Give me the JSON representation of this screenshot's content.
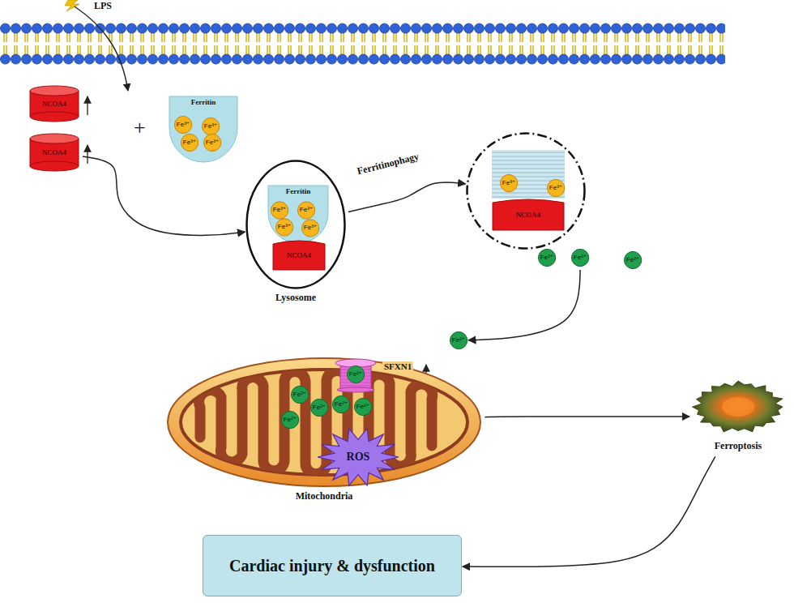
{
  "diagram": {
    "nodes": [
      {
        "text": [
          "NCOA4"
        ]
      },
      {
        "text": [
          "NCOA4"
        ]
      },
      {
        "text": [
          "Ferritin"
        ]
      },
      {
        "text": [
          "Fe³⁺"
        ],
        "in": 2
      },
      {
        "text": [
          "Fe³⁺"
        ],
        "in": 2
      },
      {
        "text": [
          "Fe³⁺"
        ],
        "in": 2
      },
      {
        "text": [
          "Fe³⁺"
        ],
        "in": 2
      },
      {
        "text": [
          "Lysosome"
        ]
      },
      {
        "text": [
          "Ferritin"
        ],
        "in": 7
      },
      {
        "text": [
          "Fe³⁺"
        ],
        "in": 8
      },
      {
        "text": [
          "Fe³⁺"
        ],
        "in": 8
      },
      {
        "text": [
          "Fe³⁺"
        ],
        "in": 8
      },
      {
        "text": [
          "Fe³⁺"
        ],
        "in": 8
      },
      {
        "text": [
          "NCOA4"
        ],
        "in": 7
      },
      {
        "text": []
      },
      {
        "text": [
          "Fe³⁺"
        ],
        "in": 14
      },
      {
        "text": [
          "Fe³⁺"
        ],
        "in": 14
      },
      {
        "text": [
          "NCOA4"
        ],
        "in": 14
      },
      {
        "text": [
          "Fe²⁺"
        ]
      },
      {
        "text": [
          "Fe²⁺"
        ]
      },
      {
        "text": [
          "Fe²⁺"
        ]
      },
      {
        "text": [
          "Fe²⁺"
        ]
      },
      {
        "text": [
          "Mitochondria"
        ]
      },
      {
        "text": [
          "SFXN1"
        ],
        "in": 22
      },
      {
        "text": [
          "Fe²⁺"
        ],
        "in": 23
      },
      {
        "text": [
          "Fe²⁺"
        ],
        "in": 22
      },
      {
        "text": [
          "Fe²⁺"
        ],
        "in": 22
      },
      {
        "text": [
          "Fe²⁺"
        ],
        "in": 22
      },
      {
        "text": [
          "Fe²⁺"
        ],
        "in": 22
      },
      {
        "text": [
          "Fe²⁺"
        ],
        "in": 22
      },
      {
        "text": [
          "ROS"
        ],
        "in": 22
      },
      {
        "text": [
          "Ferroptosis"
        ]
      },
      {
        "text": [
          "Cardiac injury & dysfunction"
        ]
      }
    ],
    "edges": [
      {
        "from": 1,
        "to": 7,
        "arrow": "to"
      },
      {
        "from": 7,
        "to": 14,
        "arrow": "to",
        "label": "Ferritinophagy"
      },
      {
        "from": 19,
        "to": 21,
        "arrow": "to"
      },
      {
        "from": 29,
        "to": 30,
        "arrow": "to"
      },
      {
        "from": 22,
        "to": 31,
        "arrow": "to"
      },
      {
        "from": 31,
        "to": 32,
        "arrow": "to"
      }
    ],
    "labels": [
      "LPS",
      "+"
    ]
  }
}
